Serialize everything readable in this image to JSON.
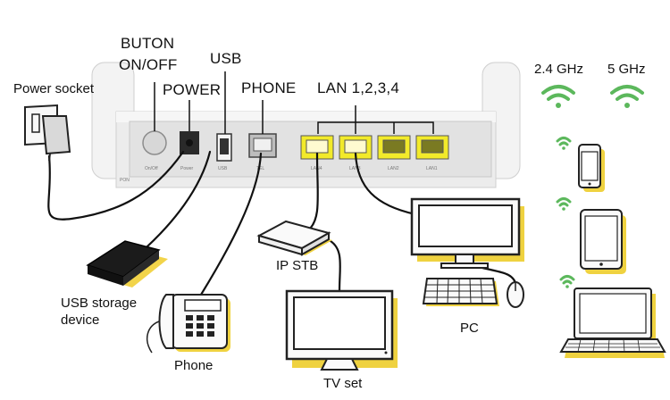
{
  "labels": {
    "buton_line1": "BUTON",
    "buton_line2": "ON/OFF",
    "usb": "USB",
    "power": "POWER",
    "phone_port": "PHONE",
    "lan": "LAN 1,2,3,4",
    "power_socket": "Power socket",
    "ghz24": "2.4 GHz",
    "ghz5": "5 GHz",
    "ip_stb": "IP STB",
    "pc": "PC",
    "usb_storage_line1": "USB storage",
    "usb_storage_line2": "device",
    "phone_device": "Phone",
    "tv_set": "TV set"
  },
  "router_port_labels": {
    "pon": "PON",
    "onoff": "On/Off",
    "power": "Power",
    "usb": "USB",
    "tel": "TEL",
    "lan4": "LAN4",
    "lan3": "LAN3",
    "lan2": "LAN2",
    "lan1": "LAN1"
  },
  "colors": {
    "wifi_green": "#5cb85c",
    "port_yellow": "#f2ea2a",
    "shadow_yellow": "#efd240",
    "router_gray": "#ececec"
  },
  "icons": [
    "wifi-icon",
    "power-plug-icon",
    "phone-icon",
    "tablet-icon",
    "laptop-icon",
    "pc-monitor-icon",
    "tv-icon",
    "keyboard-icon",
    "mouse-icon",
    "set-top-box-icon",
    "usb-drive-icon",
    "desk-phone-icon"
  ]
}
